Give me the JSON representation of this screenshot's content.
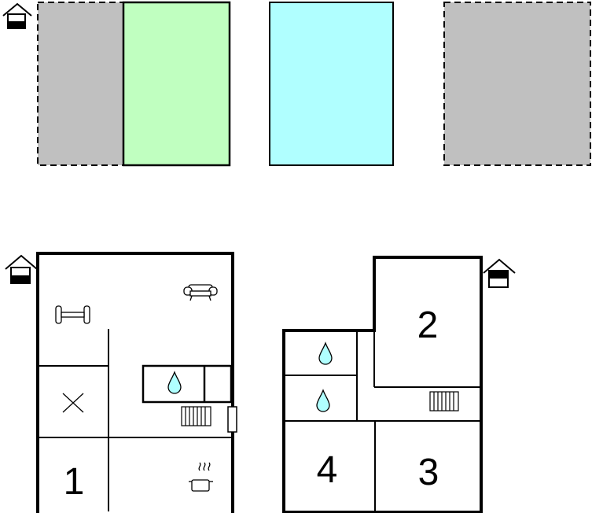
{
  "colors": {
    "terrace": "#c0c0c0",
    "garden": "#c0ffc0",
    "pool": "#b0ffff",
    "wall": "#000000",
    "water": "#b0ffff"
  },
  "icons": [
    "house-level-icon-ground",
    "house-level-icon-ground-floor",
    "house-level-icon-upper-floor",
    "dumbbell-icon",
    "sofa-icon",
    "crossed-bed-icon",
    "water-drop-icon",
    "radiator-icon",
    "cooking-pot-icon"
  ],
  "ground_floor": {
    "rooms": [
      {
        "label": "1"
      }
    ]
  },
  "upper_floor": {
    "rooms": [
      {
        "label": "2"
      },
      {
        "label": "3"
      },
      {
        "label": "4"
      }
    ]
  }
}
